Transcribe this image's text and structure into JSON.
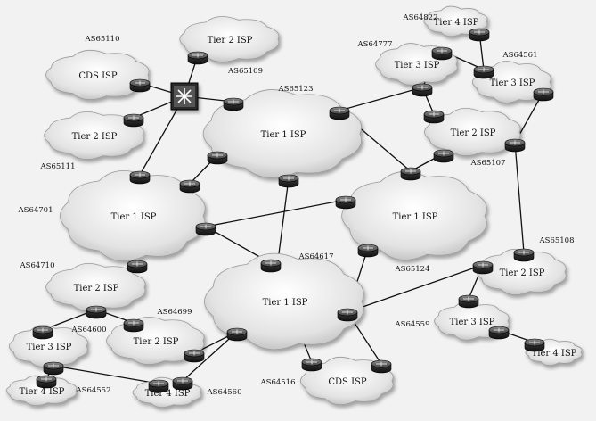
{
  "clouds": [
    {
      "id": "cds-nw",
      "label": "CDS ISP"
    },
    {
      "id": "t2-top",
      "label": "Tier 2 ISP"
    },
    {
      "id": "t2-left",
      "label": "Tier 2 ISP"
    },
    {
      "id": "t1-center",
      "label": "Tier 1 ISP"
    },
    {
      "id": "t1-west",
      "label": "Tier 1 ISP"
    },
    {
      "id": "t1-east",
      "label": "Tier 1 ISP"
    },
    {
      "id": "t1-south",
      "label": "Tier 1 ISP"
    },
    {
      "id": "t4-ne",
      "label": "Tier 4 ISP"
    },
    {
      "id": "t3-ne1",
      "label": "Tier 3 ISP"
    },
    {
      "id": "t3-ne2",
      "label": "Tier 3 ISP"
    },
    {
      "id": "t2-ne",
      "label": "Tier 2 ISP"
    },
    {
      "id": "t2-sw",
      "label": "Tier 2 ISP"
    },
    {
      "id": "t2-sw2",
      "label": "Tier 2 ISP"
    },
    {
      "id": "t3-sw",
      "label": "Tier 3 ISP"
    },
    {
      "id": "t4-sw1",
      "label": "Tier 4 ISP"
    },
    {
      "id": "t4-sw2",
      "label": "Tier 4 ISP"
    },
    {
      "id": "cds-s",
      "label": "CDS ISP"
    },
    {
      "id": "t2-se",
      "label": "Tier 2 ISP"
    },
    {
      "id": "t3-se",
      "label": "Tier 3 ISP"
    },
    {
      "id": "t4-se",
      "label": "Tier 4 ISP"
    }
  ],
  "as_labels": [
    {
      "id": "as65110",
      "text": "AS65110"
    },
    {
      "id": "as65109",
      "text": "AS65109"
    },
    {
      "id": "as65123",
      "text": "AS65123"
    },
    {
      "id": "as65111",
      "text": "AS65111"
    },
    {
      "id": "as64822",
      "text": "AS64822"
    },
    {
      "id": "as64777",
      "text": "AS64777"
    },
    {
      "id": "as64561",
      "text": "AS64561"
    },
    {
      "id": "as65107",
      "text": "AS65107"
    },
    {
      "id": "as64701",
      "text": "AS64701"
    },
    {
      "id": "as64617",
      "text": "AS64617"
    },
    {
      "id": "as65124",
      "text": "AS65124"
    },
    {
      "id": "as65108",
      "text": "AS65108"
    },
    {
      "id": "as64710",
      "text": "AS64710"
    },
    {
      "id": "as64699",
      "text": "AS64699"
    },
    {
      "id": "as64600",
      "text": "AS64600"
    },
    {
      "id": "as64559",
      "text": "AS64559"
    },
    {
      "id": "as64552",
      "text": "AS64552"
    },
    {
      "id": "as64560",
      "text": "AS64560"
    },
    {
      "id": "as64516",
      "text": "AS64516"
    }
  ]
}
